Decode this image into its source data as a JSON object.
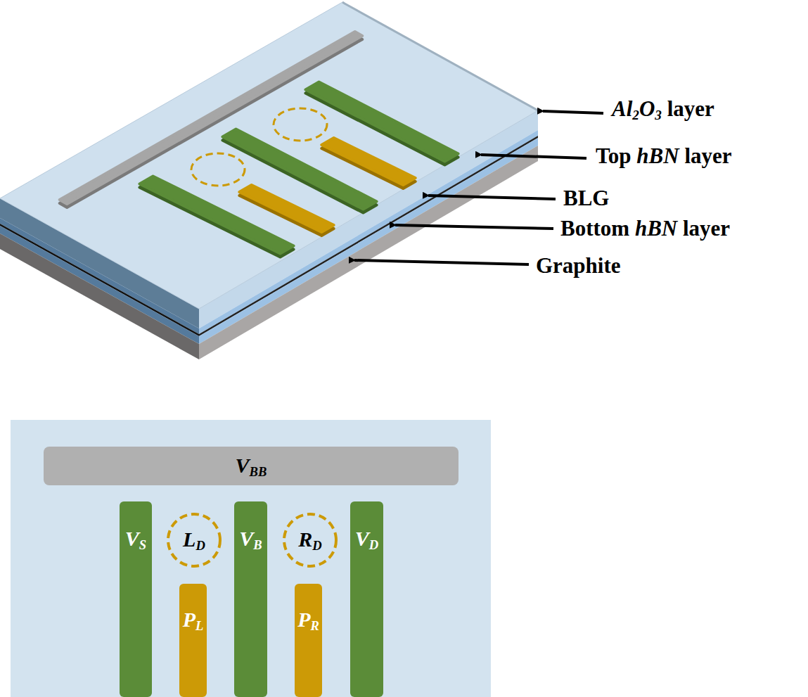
{
  "diagram": {
    "nodes": [
      {
        "text": [
          "VBB"
        ]
      },
      {
        "text": [
          "VS"
        ]
      },
      {
        "text": [
          "LD"
        ]
      },
      {
        "text": [
          "VB"
        ]
      },
      {
        "text": [
          "RD"
        ]
      },
      {
        "text": [
          "VD"
        ]
      },
      {
        "text": [
          "PL"
        ]
      },
      {
        "text": [
          "PR"
        ]
      }
    ],
    "labels": [
      "Al2O3 layer",
      "Top hBN layer",
      "BLG",
      "Bottom hBN layer",
      "Graphite"
    ]
  }
}
